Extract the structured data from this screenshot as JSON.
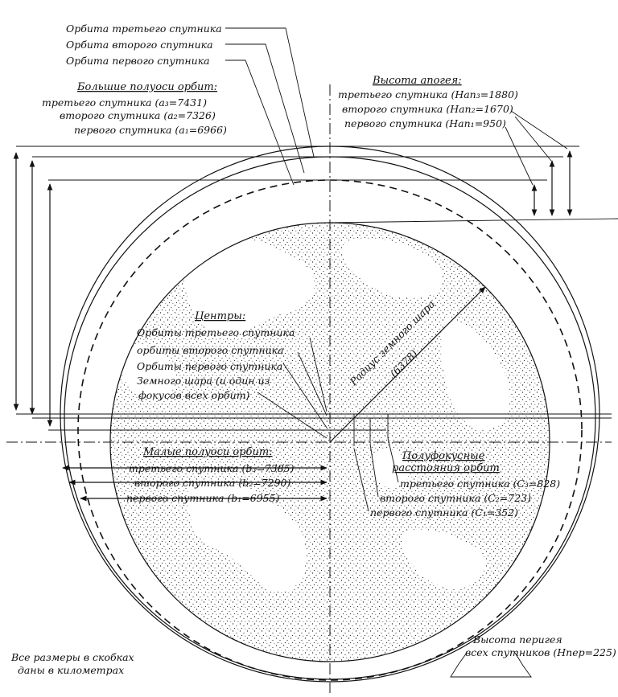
{
  "orbit_labels": {
    "third": "Орбита третьего спутника",
    "second": "Орбита второго спутника",
    "first": "Орбита первого спутника"
  },
  "semi_major": {
    "heading": "Большие полуоси орбит:",
    "third": "третьего спутника (a₃=7431)",
    "second": "второго спутника (a₂=7326)",
    "first": "первого спутника (a₁=6966)"
  },
  "apogee": {
    "heading": "Высота апогея:",
    "third": "третьего спутника (Hап₃=1880)",
    "second": "второго спутника (Hап₂=1670)",
    "first": "первого спутника (Hап₁=950)"
  },
  "earth_radius": {
    "label": "Радиус земного шара",
    "value": "(6378)"
  },
  "centers": {
    "heading": "Центры:",
    "third": "Орбиты третьего спутника",
    "second": "орбиты второго спутника",
    "first": "Орбиты первого спутника",
    "earth_line1": "Земного шара (и один из",
    "earth_line2": "фокусов всех орбит)"
  },
  "semi_minor": {
    "heading": "Малые полуоси орбит:",
    "third": "третьего спутника (b₃=7385)",
    "second": "второго спутника (b₂=7290)",
    "first": "первого спутника (b₁=6955)"
  },
  "focal": {
    "heading_line1": "Полуфокусные",
    "heading_line2": "расстояния орбит",
    "third": "третьего спутника (C₃=828)",
    "second": "второго спутника (C₂=723)",
    "first": "первого спутника (C₁=352)"
  },
  "perigee": {
    "line1": "Высота перигея",
    "line2": "всех спутников (Hпер=225)"
  },
  "note": {
    "line1": "Все размеры в скобках",
    "line2": "даны в километрах"
  }
}
